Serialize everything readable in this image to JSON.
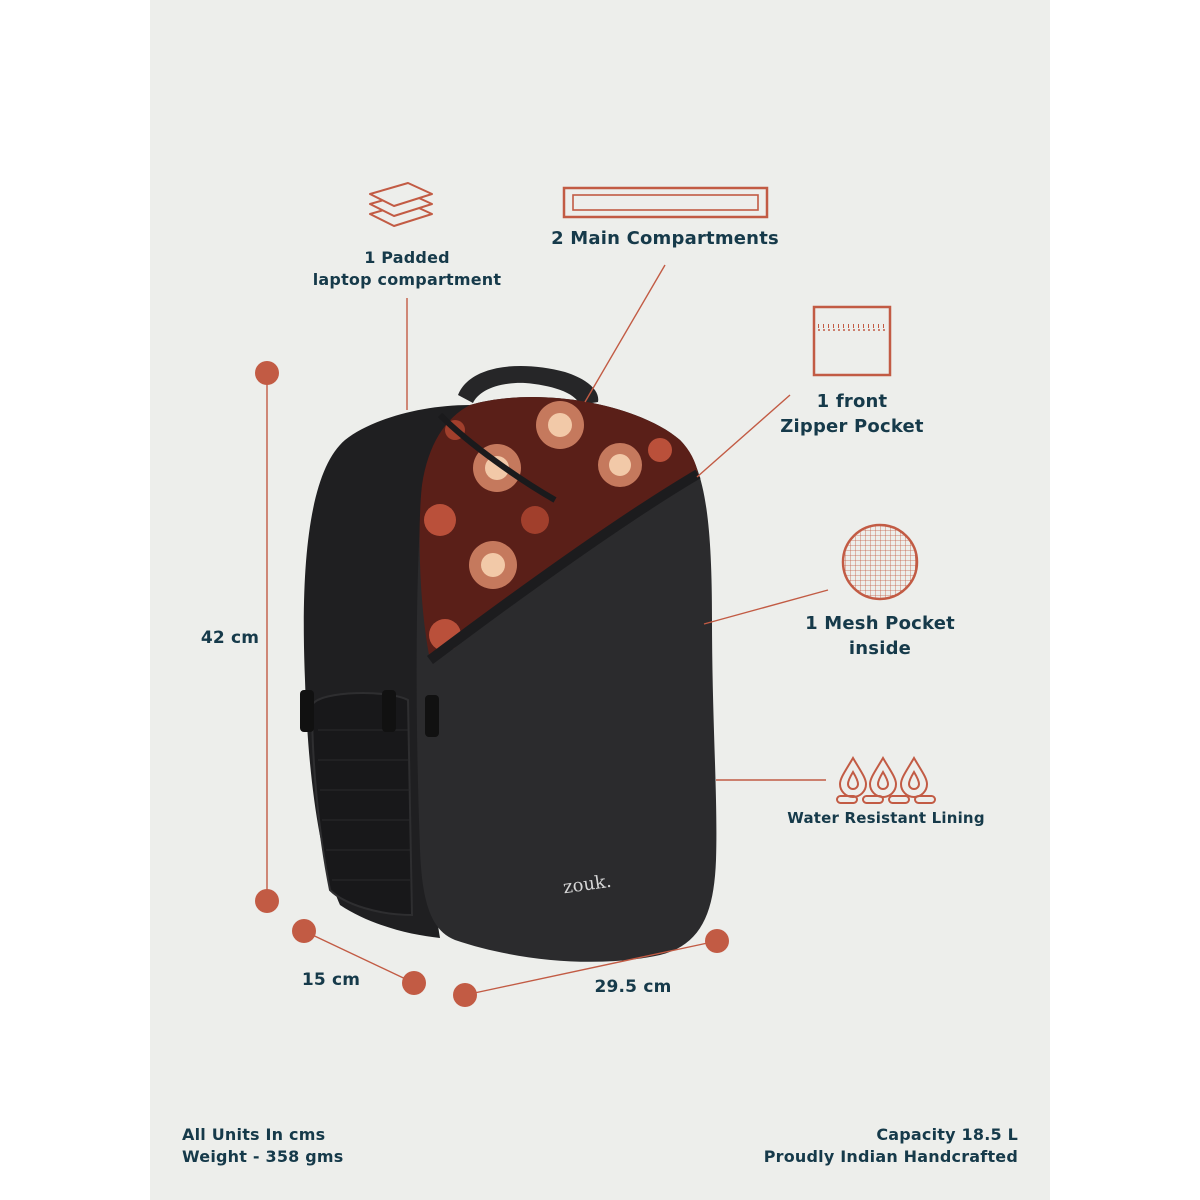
{
  "colors": {
    "background": "#edeeeb",
    "accent": "#c25b44",
    "text": "#163a4a",
    "bag_body": "#2b2b2d",
    "bag_print": "#8a2f22"
  },
  "product": {
    "brand_logo": "zouk.",
    "image_subject": "black backpack with red printed panel"
  },
  "features": [
    {
      "icon": "stacked-layers-icon",
      "lines": [
        "1 Padded",
        "laptop compartment"
      ]
    },
    {
      "icon": "compartment-rectangle-icon",
      "lines": [
        "2 Main Compartments"
      ]
    },
    {
      "icon": "zipper-pocket-icon",
      "lines": [
        "1 front",
        "Zipper Pocket"
      ]
    },
    {
      "icon": "mesh-circle-icon",
      "lines": [
        "1 Mesh Pocket",
        "inside"
      ]
    },
    {
      "icon": "water-drops-icon",
      "lines": [
        "Water Resistant Lining"
      ]
    }
  ],
  "dimensions": {
    "height": "42 cm",
    "depth": "15 cm",
    "width": "29.5 cm"
  },
  "footer": {
    "left": [
      "All Units In cms",
      "Weight - 358 gms"
    ],
    "right": [
      "Capacity 18.5 L",
      "Proudly Indian Handcrafted"
    ]
  }
}
